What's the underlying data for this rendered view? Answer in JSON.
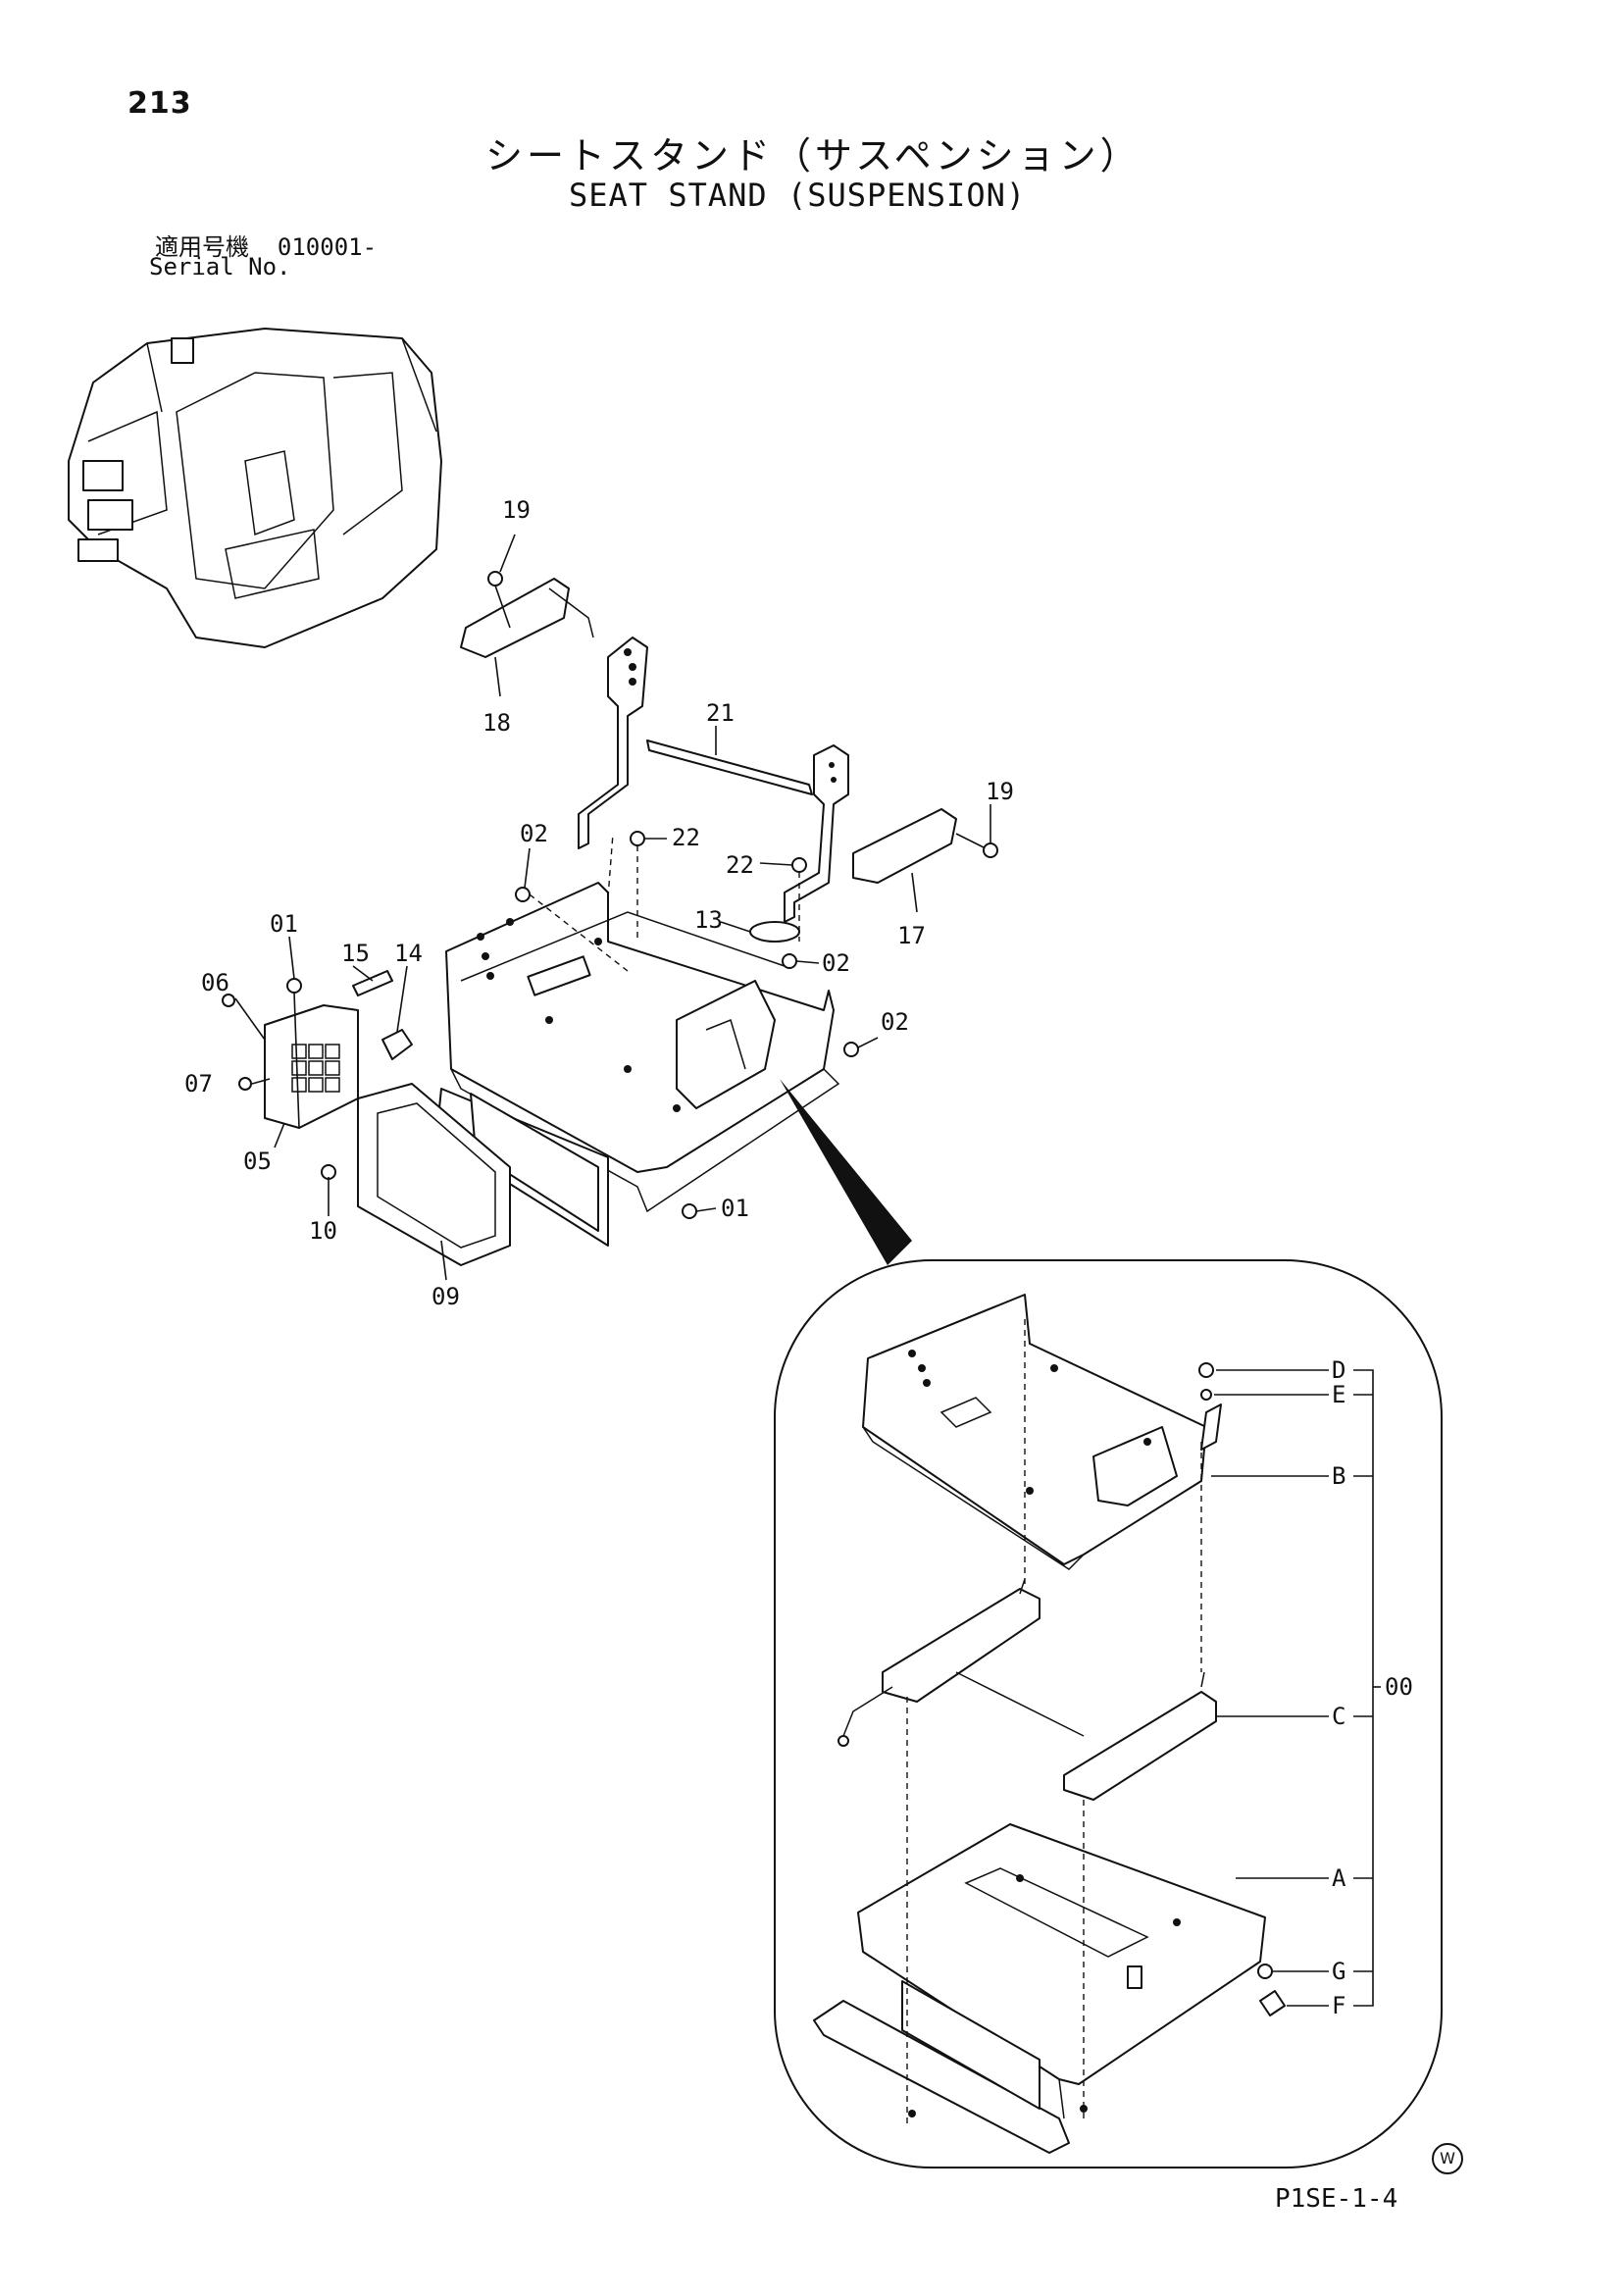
{
  "page": {
    "number": "213",
    "title_ja": "シートスタンド（サスペンション）",
    "title_en": "SEAT STAND (SUSPENSION)",
    "serial_label_ja": "適用号機",
    "serial_value": "010001-",
    "serial_label_en": "Serial No.",
    "footer_code": "P1SE-1-4",
    "mark": "W"
  },
  "callouts_main": [
    "19",
    "18",
    "21",
    "19",
    "22",
    "22",
    "17",
    "02",
    "13",
    "02",
    "02",
    "01",
    "15",
    "14",
    "06",
    "07",
    "05",
    "10",
    "09",
    "01"
  ],
  "callouts_detail": {
    "letters": [
      "D",
      "E",
      "B",
      "C",
      "A",
      "G",
      "F"
    ],
    "assembly": "00"
  }
}
